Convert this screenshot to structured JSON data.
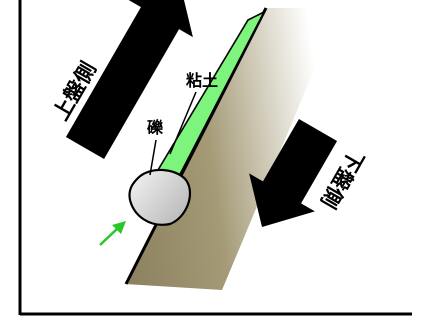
{
  "labels": {
    "hanging_wall": "上盤側",
    "footwall": "下盤側",
    "clay": "粘土",
    "gravel": "礫"
  },
  "colors": {
    "fault_zone": "#9c916d",
    "clay_fill": "#7df57d",
    "gravel_fill": "#d3d3d3",
    "motion_arrow": "#000000",
    "indicator_arrow": "#27c827",
    "frame_line": "#000000"
  },
  "icons": {
    "hanging_wall_arrow": "arrow-up-right-icon",
    "footwall_arrow": "arrow-down-left-icon",
    "indicator": "arrow-up-right-icon"
  }
}
